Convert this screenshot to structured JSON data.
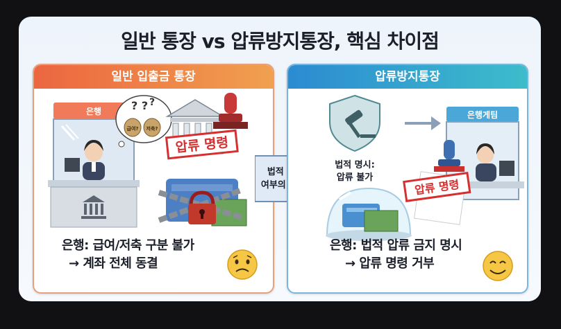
{
  "title": "일반 통장 vs 압류방지통장, 핵심 차이점",
  "left_panel": {
    "header": "일반 입출금 통장",
    "bank_sign": "은행",
    "bag_labels": [
      "급여?",
      "저축?"
    ],
    "stamp_text": "압류 명령",
    "caption_line1": "은행: 급여/저축 구분 불가",
    "caption_line2": "→ 계좌 전체 동결",
    "emoji": "sad-face"
  },
  "middle_arrow": {
    "line1": "법적 보호",
    "line2": "여부의 차이!"
  },
  "right_panel": {
    "header": "압류방지통장",
    "shield_line1": "법적 명시:",
    "shield_line2": "압류 불가",
    "bank_sign": "은행게팀",
    "stamp_text": "압류 명령",
    "caption_line1": "은행: 법적 압류 금지 명시",
    "caption_line2": "→ 압류 명령 거부",
    "emoji": "smile-face"
  },
  "colors": {
    "left_accent": "#ec6640",
    "right_accent": "#2c8bd1",
    "stamp_red": "#d62f2f"
  }
}
